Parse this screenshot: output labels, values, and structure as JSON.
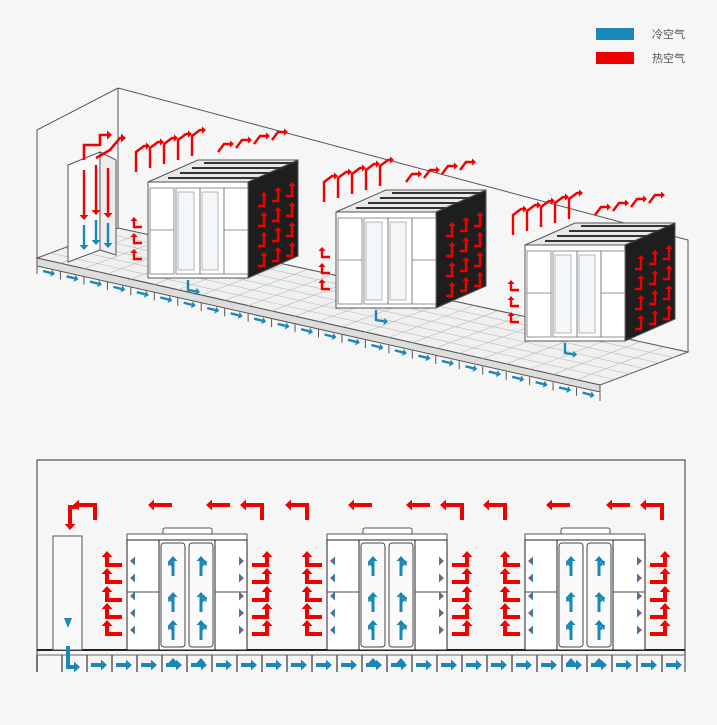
{
  "legend": {
    "items": [
      {
        "label": "冷空气",
        "color": "#1a87b8"
      },
      {
        "label": "热空气",
        "color": "#f00000"
      }
    ]
  },
  "colors": {
    "cold": "#1a87b8",
    "hot": "#f00000",
    "line": "#555555",
    "rack_dark": "#1e1e1e"
  },
  "diagram": {
    "top_view": {
      "pods": 3,
      "crac_units": 1
    },
    "side_view": {
      "pods": 3,
      "crac_units": 1
    }
  }
}
